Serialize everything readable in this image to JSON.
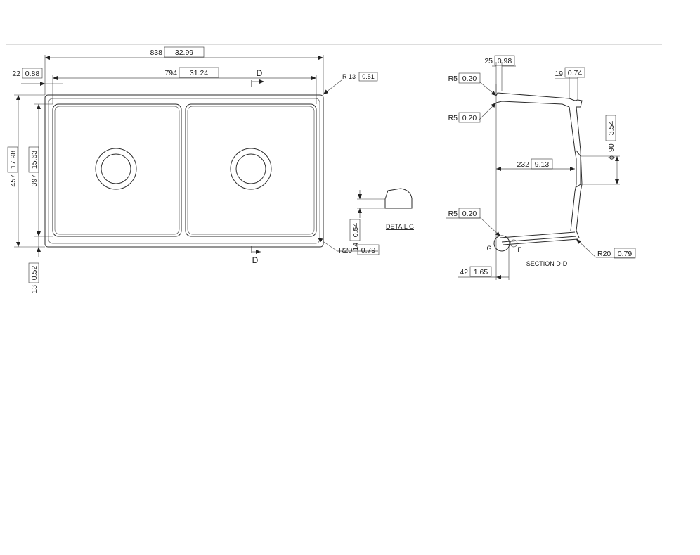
{
  "dimensions": {
    "overall_length": {
      "value": "838",
      "alt": "32.99"
    },
    "inner_length": {
      "value": "794",
      "alt": "31.24"
    },
    "flange_left": {
      "value": "22",
      "alt": "0.88"
    },
    "corner_radius_top": {
      "value": "R 13",
      "alt": "0.51"
    },
    "overall_width": {
      "value": "457",
      "alt": "17.98"
    },
    "inner_width": {
      "value": "397",
      "alt": "15.63"
    },
    "bottom_offset": {
      "value": "13",
      "alt": "0.52"
    },
    "corner_radius_bottom": {
      "value": "R20",
      "alt": "0.79"
    },
    "detail_thickness": {
      "value": "14",
      "alt": "0.54"
    },
    "rim_width": {
      "value": "25",
      "alt": "0.98"
    },
    "wall_offset": {
      "value": "19",
      "alt": "0.74"
    },
    "radius_r5_top": {
      "value": "R5",
      "alt": "0.20"
    },
    "radius_r5_mid": {
      "value": "R5",
      "alt": "0.20"
    },
    "radius_r5_low": {
      "value": "R5",
      "alt": "0.20"
    },
    "bowl_depth": {
      "value": "232",
      "alt": "9.13"
    },
    "drain_diameter": {
      "value": "90",
      "alt": "3.54"
    },
    "section_radius": {
      "value": "R20",
      "alt": "0.79"
    },
    "base_offset": {
      "value": "42",
      "alt": "1.65"
    }
  },
  "labels": {
    "section_mark_top": "D",
    "section_mark_bottom": "D",
    "detail_title": "DETAIL G",
    "section_title": "SECTION D-D",
    "detail_ref": "G",
    "detail_ref_f": "F",
    "diameter_symbol": "ϕ"
  }
}
